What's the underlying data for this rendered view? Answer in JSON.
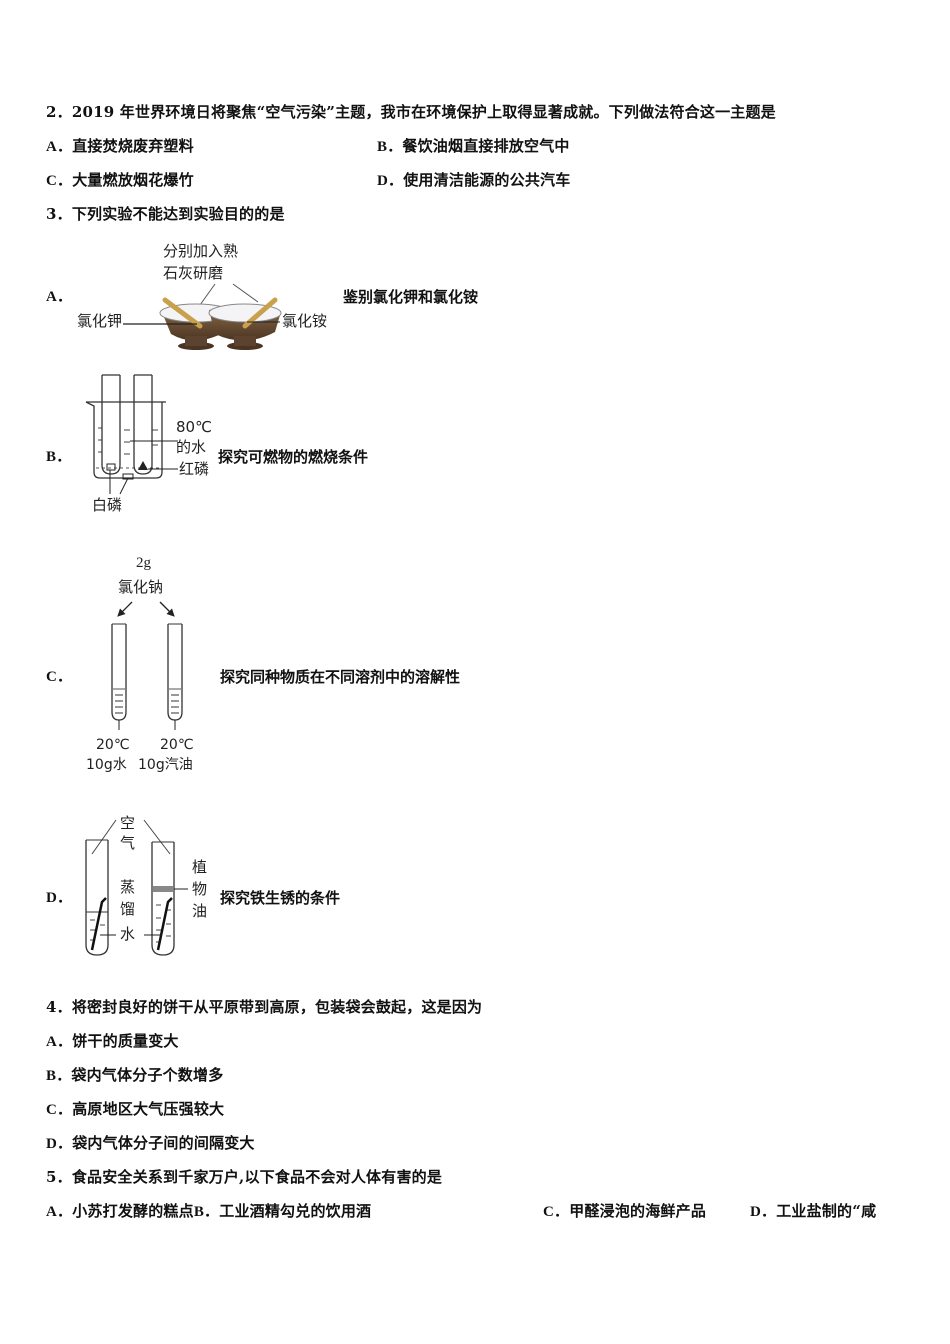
{
  "questions": {
    "q2": {
      "stem": "2．2019 年世界环境日将聚焦“空气污染”主题，我市在环境保护上取得显著成就。下列做法符合这一主题是",
      "options": [
        {
          "label": "A．",
          "text": "直接焚烧废弃塑料"
        },
        {
          "label": "B．",
          "text": "餐饮油烟直接排放空气中"
        },
        {
          "label": "C．",
          "text": "大量燃放烟花爆竹"
        },
        {
          "label": "D．",
          "text": "使用清洁能源的公共汽车"
        }
      ]
    },
    "q3": {
      "stem": "3．下列实验不能达到实验目的的是",
      "options": [
        {
          "label": "A．",
          "text": "鉴别氯化钾和氯化铵",
          "figure": {
            "top_label_1": "分别加入熟",
            "top_label_2": "石灰研磨",
            "left_label": "氯化钾",
            "right_label": "氯化铵"
          }
        },
        {
          "label": "B．",
          "text": "探究可燃物的燃烧条件",
          "figure": {
            "water_label_1": "80℃",
            "water_label_2": "的水",
            "red_p_label": "红磷",
            "white_p_label": "白磷"
          }
        },
        {
          "label": "C．",
          "text": "探究同种物质在不同溶剂中的溶解性",
          "figure": {
            "top_label_1": "2g",
            "top_label_2": "氯化钠",
            "left_temp": "20℃",
            "left_solvent": "10g水",
            "right_temp": "20℃",
            "right_solvent": "10g汽油"
          }
        },
        {
          "label": "D．",
          "text": "探究铁生锈的条件",
          "figure": {
            "air_1": "空",
            "air_2": "气",
            "water_1": "蒸",
            "water_2": "馏",
            "water_3": "水",
            "oil_1": "植",
            "oil_2": "物",
            "oil_3": "油"
          }
        }
      ]
    },
    "q4": {
      "stem": "4．将密封良好的饼干从平原带到高原，包装袋会鼓起，这是因为",
      "options": [
        {
          "label": "A．",
          "text": "饼干的质量变大"
        },
        {
          "label": "B．",
          "text": "袋内气体分子个数增多"
        },
        {
          "label": "C．",
          "text": "高原地区大气压强较大"
        },
        {
          "label": "D．",
          "text": "袋内气体分子间的间隔变大"
        }
      ]
    },
    "q5": {
      "stem": "5．食品安全关系到千家万户,以下食品不会对人体有害的是",
      "options": [
        {
          "label": "A．",
          "text": "小苏打发酵的糕点"
        },
        {
          "label": "B．",
          "text": "工业酒精勾兑的饮用酒"
        },
        {
          "label": "C．",
          "text": "甲醛浸泡的海鲜产品"
        },
        {
          "label": "D．",
          "text": "工业盐制的“咸"
        }
      ]
    }
  }
}
